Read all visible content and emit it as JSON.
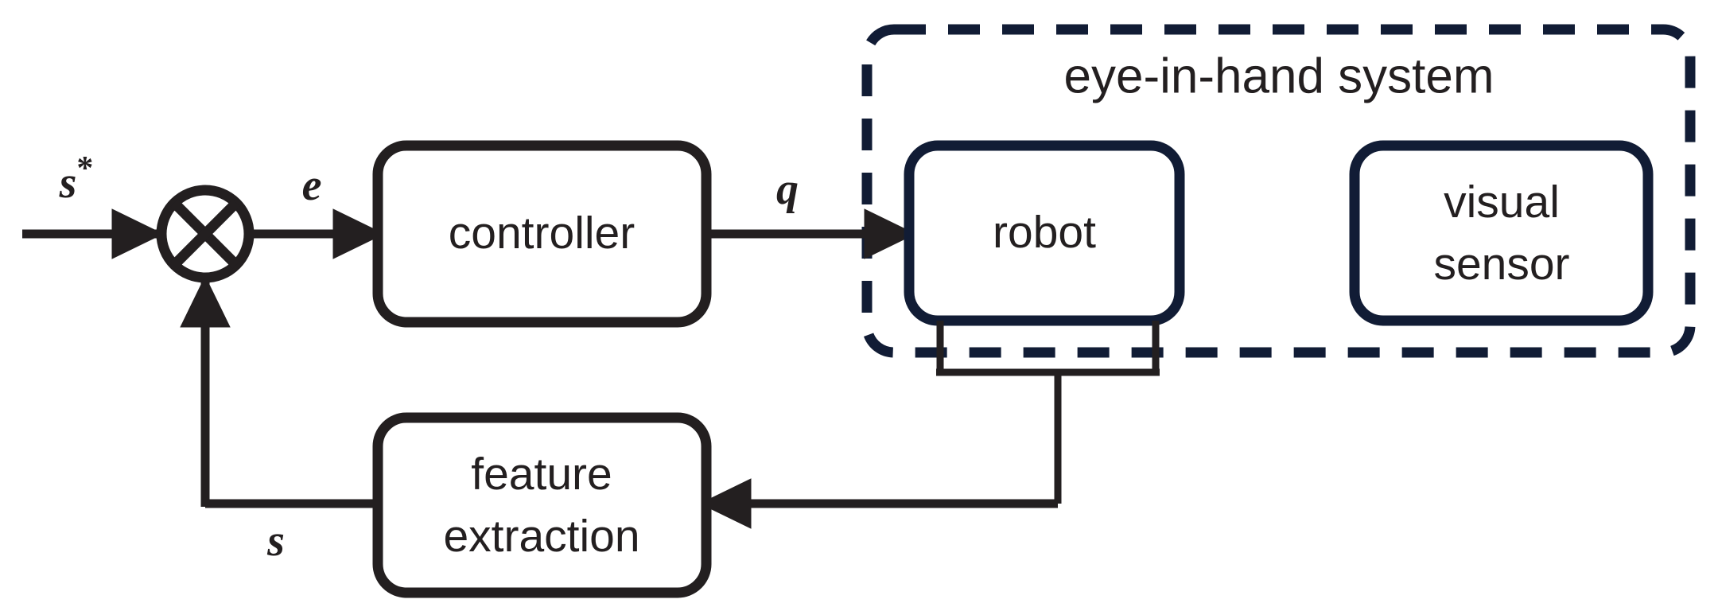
{
  "diagram": {
    "title": "eye-in-hand visual servoing control loop",
    "type": "block-diagram",
    "background_color": "#ffffff",
    "line_color": "#231f20",
    "accent_color": "#111c35"
  },
  "group": {
    "label": "eye-in-hand system",
    "style": "dashed",
    "color": "#111c35"
  },
  "blocks": {
    "controller": {
      "label": "controller",
      "border_color": "#231f20"
    },
    "robot": {
      "label": "robot",
      "border_color": "#111c35"
    },
    "visual_sensor": {
      "label_line1": "visual",
      "label_line2": "sensor",
      "border_color": "#111c35"
    },
    "feature_extraction": {
      "label_line1": "feature",
      "label_line2": "extraction",
      "border_color": "#231f20"
    }
  },
  "signals": {
    "reference": {
      "symbol": "s",
      "superscript": "*"
    },
    "error": {
      "symbol": "e"
    },
    "command": {
      "symbol": "q"
    },
    "feedback": {
      "symbol": "s"
    }
  },
  "junction": {
    "name": "summing-junction",
    "symbol": "crossed-circle"
  }
}
